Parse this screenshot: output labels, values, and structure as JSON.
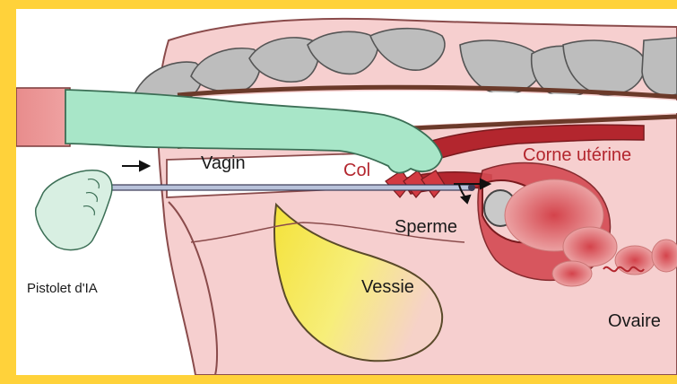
{
  "diagram": {
    "labels": {
      "vagin": "Vagin",
      "col": "Col",
      "corne": "Corne utérine",
      "sperme": "Sperme",
      "vessie": "Vessie",
      "ovaire": "Ovaire",
      "pistolet": "Pistolet d'IA"
    },
    "colors": {
      "frame": "#ffd23a",
      "tissue": "#f6cfcf",
      "tissue_outline": "#8a4b4b",
      "vertebra": "#bdbdbd",
      "glove": "#a8e6c8",
      "tract_red": "#b3262e",
      "bladder": "#f5e646"
    }
  }
}
